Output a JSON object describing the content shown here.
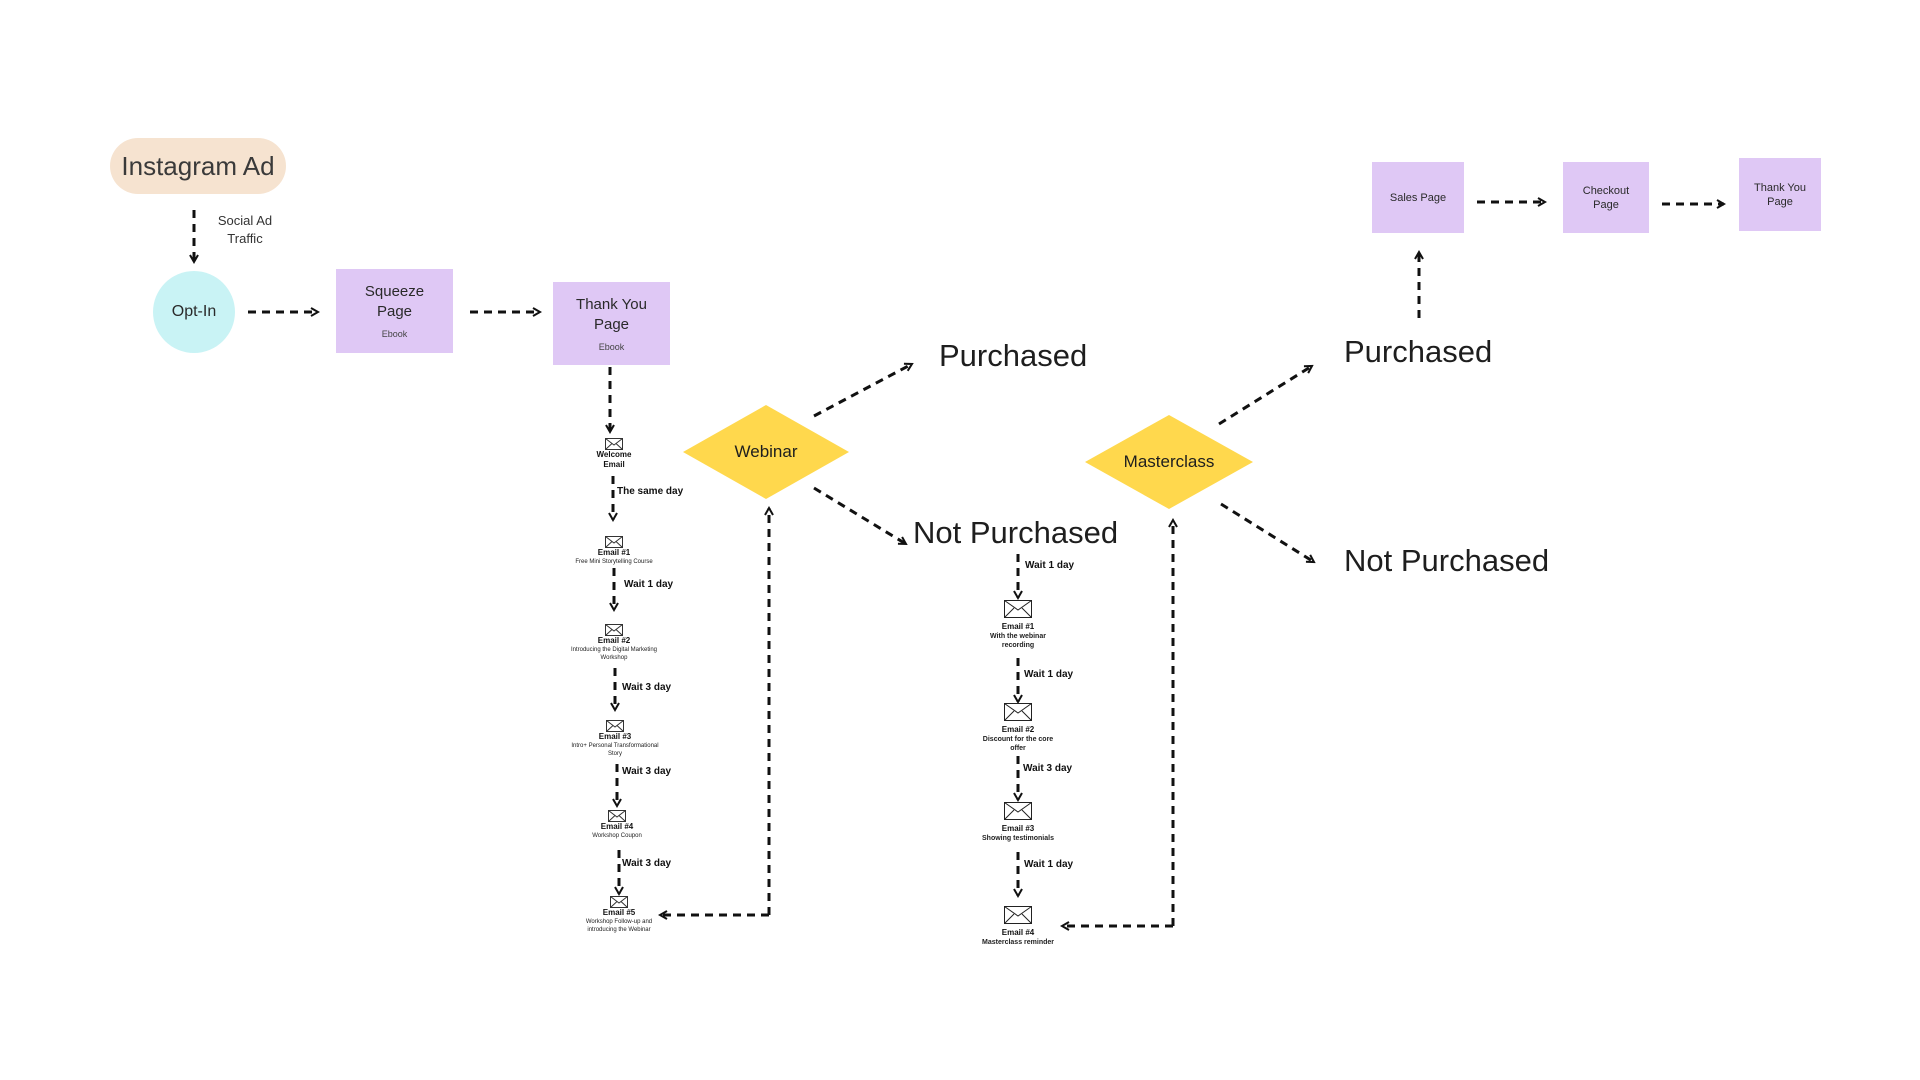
{
  "nodes": {
    "instagram_ad": "Instagram Ad",
    "social_traffic": "Social Ad Traffic",
    "opt_in": "Opt-In",
    "squeeze_page": "Squeeze Page",
    "squeeze_sub": "Ebook",
    "thank_you_page": "Thank You Page",
    "thank_you_sub": "Ebook",
    "webinar": "Webinar",
    "masterclass": "Masterclass",
    "purchased_1": "Purchased",
    "not_purchased_1": "Not Purchased",
    "purchased_2": "Purchased",
    "not_purchased_2": "Not Purchased",
    "sales_page": "Sales Page",
    "checkout_page": "Checkout Page",
    "thank_you_page_2": "Thank You Page"
  },
  "sequence_1": {
    "emails": [
      {
        "title": "Welcome Email",
        "desc": ""
      },
      {
        "title": "Email #1",
        "desc": "Free Mini Storytelling Course"
      },
      {
        "title": "Email #2",
        "desc": "Introducing the Digital Marketing Workshop"
      },
      {
        "title": "Email #3",
        "desc": "Intro+ Personal Transformational Story"
      },
      {
        "title": "Email #4",
        "desc": "Workshop Coupon"
      },
      {
        "title": "Email #5",
        "desc": "Workshop Follow-up and introducing the Webinar"
      }
    ],
    "waits": [
      "The same day",
      "Wait 1 day",
      "Wait 3 day",
      "Wait 3 day",
      "Wait 3 day"
    ]
  },
  "sequence_2": {
    "emails": [
      {
        "title": "Email #1",
        "desc": "With the webinar recording"
      },
      {
        "title": "Email #2",
        "desc": "Discount for the core offer"
      },
      {
        "title": "Email #3",
        "desc": "Showing testimonials"
      },
      {
        "title": "Email #4",
        "desc": "Masterclass reminder"
      }
    ],
    "waits": [
      "Wait 1 day",
      "Wait 1 day",
      "Wait 3 day",
      "Wait 1 day"
    ]
  },
  "colors": {
    "ad": "#f6e3d0",
    "opt_in": "#c9f3f5",
    "page": "#dfc8f5",
    "decision": "#ffd84d",
    "arrow": "#111111"
  },
  "icons": {
    "email": "envelope-icon"
  }
}
